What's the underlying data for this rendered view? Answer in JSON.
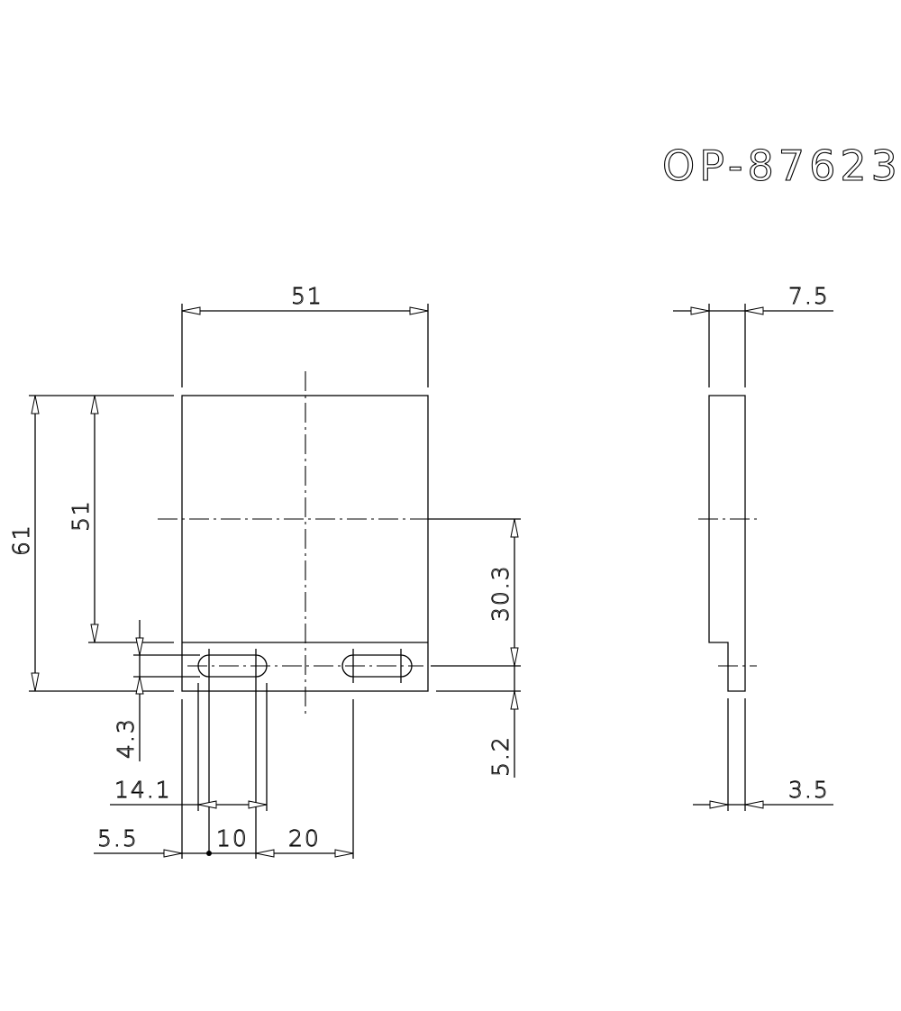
{
  "drawing": {
    "part_number": "OP-87623",
    "front_view": {
      "dimensions": {
        "width_top": "51",
        "height_total": "61",
        "height_upper": "51",
        "slot_width": "4.3",
        "center_offset": "30.3",
        "slot_center_from_bottom": "5.2",
        "slot_length": "14.1",
        "left_edge_to_slot": "5.5",
        "slot_spacing_inner": "10",
        "slot_to_slot": "20"
      }
    },
    "side_view": {
      "dimensions": {
        "thickness_top": "7.5",
        "thickness_bottom": "3.5"
      }
    }
  }
}
